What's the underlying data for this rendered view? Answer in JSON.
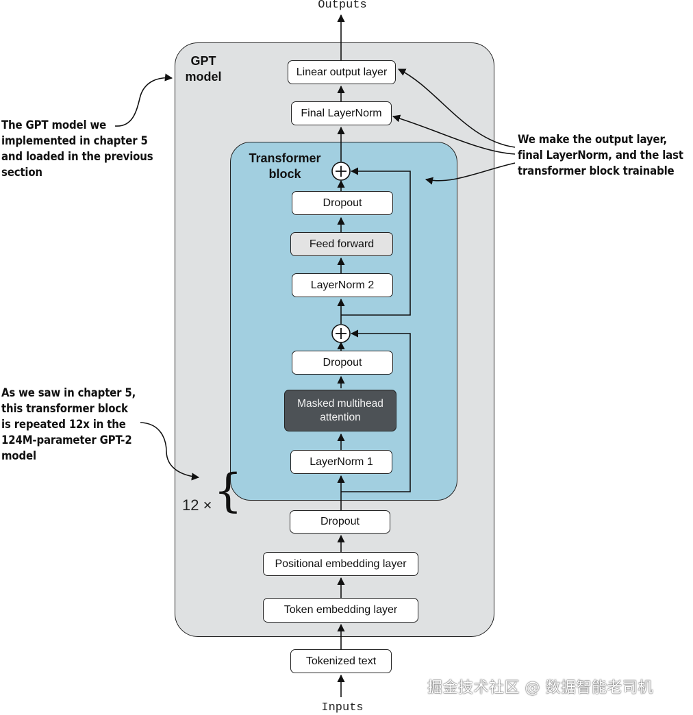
{
  "labels": {
    "outputs": "Outputs",
    "inputs": "Inputs",
    "gpt_title_line1": "GPT",
    "gpt_title_line2": "model",
    "tb_title_line1": "Transformer",
    "tb_title_line2": "block",
    "repeat": "12 ×"
  },
  "boxes": {
    "linear_output": "Linear output layer",
    "final_layernorm": "Final LayerNorm",
    "dropout_top": "Dropout",
    "feed_forward": "Feed forward",
    "layernorm2": "LayerNorm 2",
    "dropout_mid": "Dropout",
    "mha_line1": "Masked multihead",
    "mha_line2": "attention",
    "layernorm1": "LayerNorm 1",
    "dropout_bottom": "Dropout",
    "positional": "Positional embedding layer",
    "token": "Token embedding layer",
    "tokenized": "Tokenized text"
  },
  "annotations": {
    "left_top": [
      "The GPT model we",
      "implemented in chapter 5",
      "and loaded in the previous",
      "section"
    ],
    "left_bottom": [
      "As we saw in chapter 5,",
      "this transformer block",
      "is repeated 12x in the",
      "124M-parameter GPT-2",
      "model"
    ],
    "right": [
      "We make the output layer,",
      "final LayerNorm, and the last",
      "transformer block trainable"
    ]
  },
  "watermark": "掘金技术社区 @ 数据智能老司机",
  "colors": {
    "gpt_panel": "#dfe1e2",
    "transformer_panel": "#a2cfe0",
    "attention_box": "#4d5256",
    "feed_forward_box": "#e3e3e3"
  }
}
